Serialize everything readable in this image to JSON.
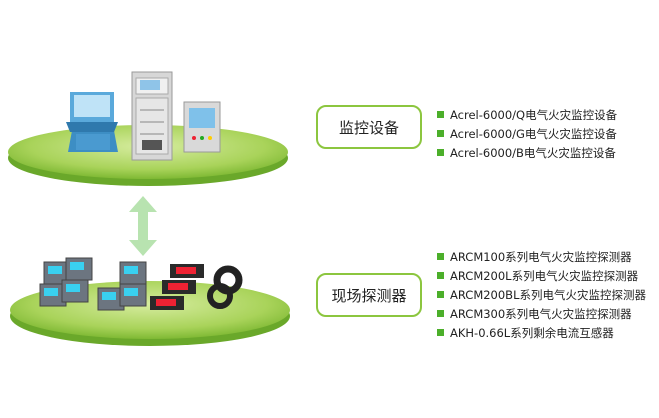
{
  "top_group": {
    "label": "监控设备",
    "items": [
      "Acrel-6000/Q电气火灾监控设备",
      "Acrel-6000/G电气火灾监控设备",
      "Acrel-6000/B电气火灾监控设备"
    ]
  },
  "bottom_group": {
    "label": "现场探测器",
    "items": [
      "ARCM100系列电气火灾监控探测器",
      "ARCM200L系列电气火灾监控探测器",
      "ARCM200BL系列电气火灾监控探测器",
      "ARCM300系列电气火灾监控探测器",
      "AKH-0.66L系列剩余电流互感器"
    ]
  },
  "colors": {
    "platform_green": "#8cc63f",
    "platform_light": "#c6e48b",
    "bullet_green": "#4caf2a",
    "arrow_green": "#b8e3b0"
  },
  "icons": [
    "console-icon",
    "cabinet-icon",
    "wall-panel-icon",
    "detector-module-icon",
    "current-transformer-icon",
    "bidirectional-arrow-icon"
  ]
}
